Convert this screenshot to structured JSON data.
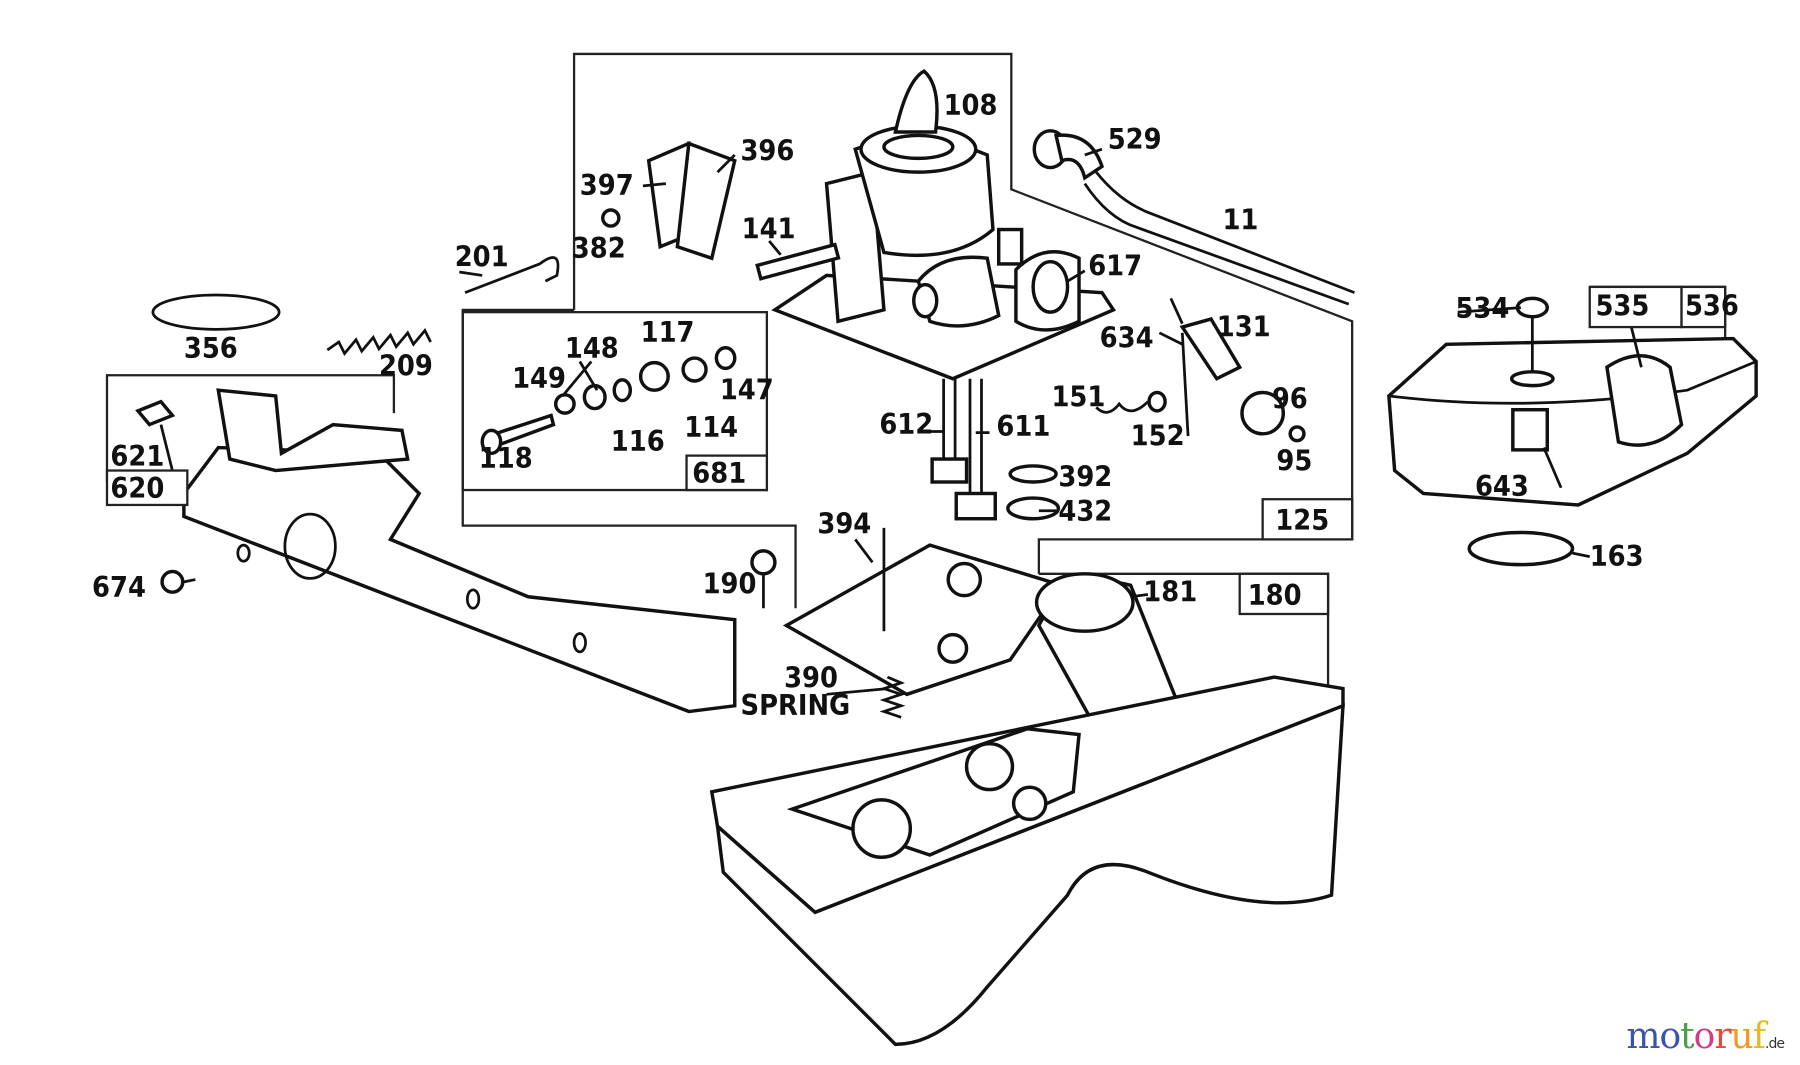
{
  "diagram": {
    "labels": {
      "p108": "108",
      "p396": "396",
      "p397": "397",
      "p529": "529",
      "p141": "141",
      "p201": "201",
      "p382": "382",
      "p11": "11",
      "p617": "617",
      "p131": "131",
      "p634": "634",
      "p534": "534",
      "p535": "535",
      "p536": "536",
      "p356": "356",
      "p209": "209",
      "p117": "117",
      "p148": "148",
      "p149": "149",
      "p147": "147",
      "p116": "116",
      "p114": "114",
      "p118": "118",
      "p681": "681",
      "p612": "612",
      "p611": "611",
      "p151": "151",
      "p152": "152",
      "p96": "96",
      "p95": "95",
      "p621": "621",
      "p620": "620",
      "p392": "392",
      "p432": "432",
      "p125": "125",
      "p643": "643",
      "p163": "163",
      "p394": "394",
      "p190": "190",
      "p181": "181",
      "p180": "180",
      "p674": "674",
      "p390": "390",
      "spring": "SPRING"
    }
  },
  "watermark": {
    "letters": [
      "m",
      "o",
      "t",
      "o",
      "r",
      "u",
      "f"
    ],
    "colors": [
      "#3a55a8",
      "#3a55a8",
      "#4aa04a",
      "#d23c8c",
      "#e24a3a",
      "#f29a1e",
      "#e8b820"
    ],
    "suffix": ".de"
  }
}
